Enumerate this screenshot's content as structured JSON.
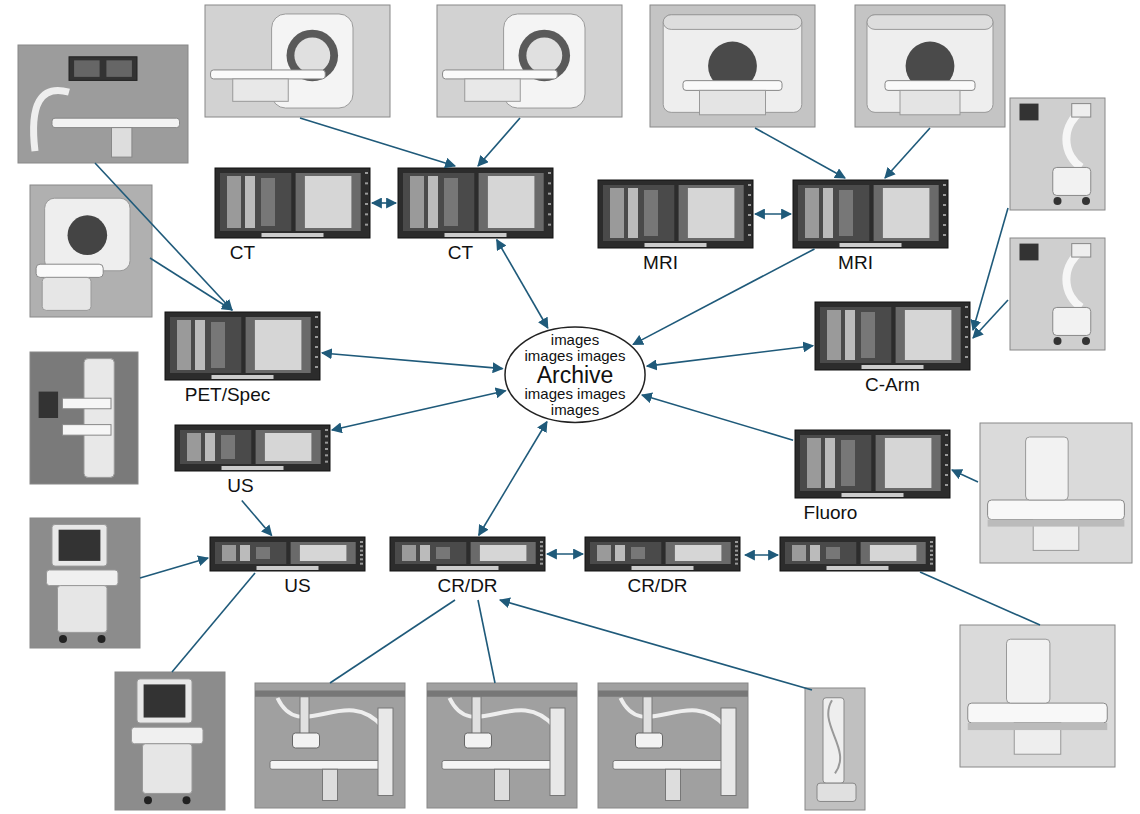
{
  "diagram": {
    "nodes": [
      {
        "text": [
          "CT"
        ]
      },
      {
        "text": [
          "CT"
        ]
      },
      {
        "text": [
          "MRI"
        ]
      },
      {
        "text": [
          "MRI"
        ]
      },
      {
        "text": [
          "PET/Spec"
        ]
      },
      {
        "text": [
          "images",
          "images images",
          "Archive",
          "images images",
          "images"
        ]
      },
      {
        "text": [
          "C-Arm"
        ]
      },
      {
        "text": [
          "US"
        ]
      },
      {
        "text": [
          "Fluoro"
        ]
      },
      {
        "text": [
          "US"
        ]
      },
      {
        "text": [
          "CR/DR"
        ]
      },
      {
        "text": [
          "CR/DR"
        ]
      }
    ],
    "edges": [
      {
        "from": 0,
        "to": 1,
        "arrow": "both"
      },
      {
        "from": 2,
        "to": 3,
        "arrow": "both"
      },
      {
        "from": 1,
        "to": 5,
        "arrow": "both"
      },
      {
        "from": 3,
        "to": 5,
        "arrow": "to"
      },
      {
        "from": 4,
        "to": 5,
        "arrow": "both"
      },
      {
        "from": 6,
        "to": 5,
        "arrow": "both"
      },
      {
        "from": 7,
        "to": 5,
        "arrow": "both"
      },
      {
        "from": 8,
        "to": 5,
        "arrow": "to"
      },
      {
        "from": 10,
        "to": 5,
        "arrow": "both"
      },
      {
        "from": 10,
        "to": 11,
        "arrow": "both"
      },
      {
        "from": 7,
        "to": 9,
        "arrow": "to"
      }
    ]
  }
}
